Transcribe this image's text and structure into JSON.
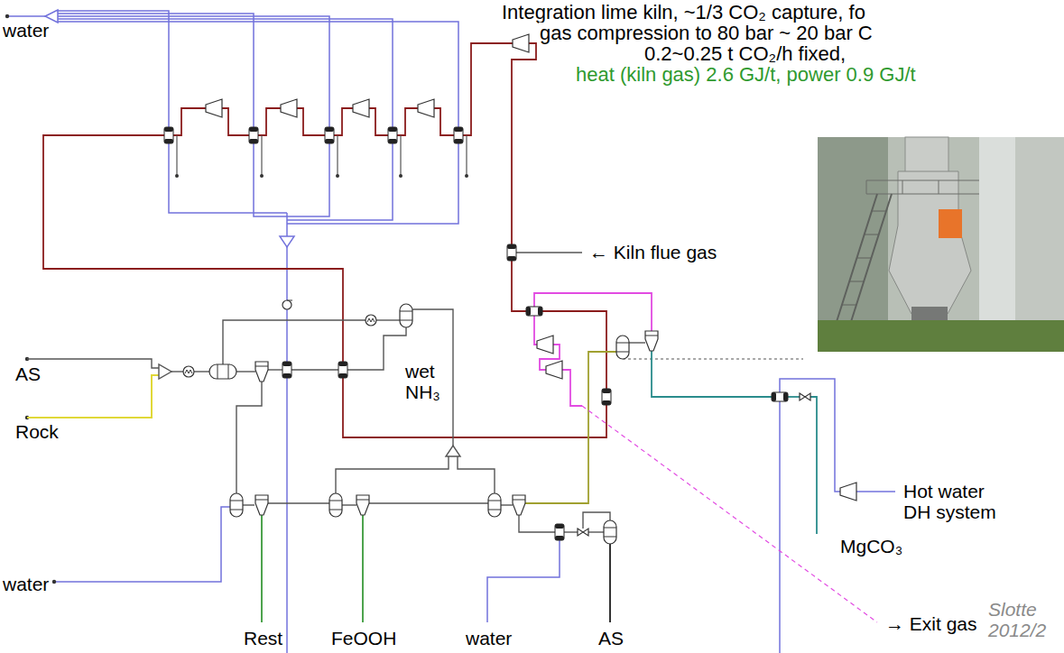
{
  "diagram": {
    "labels": [
      "Integration lime kiln, ~1/3 CO₂ capture, fo",
      "gas compression to 80 bar ~ 20 bar C",
      "0.2~0.25 t CO₂/h fixed,",
      "heat (kiln gas) 2.6 GJ/t, power 0.9 GJ/t",
      "water",
      "AS",
      "Rock",
      "wet NH₃",
      "← Kiln flue gas",
      "Hot water DH system",
      "MgCO₃",
      "→ Exit gas",
      "water",
      "Rest",
      "FeOOH",
      "water",
      "AS",
      "Slotte 2012/2"
    ]
  }
}
